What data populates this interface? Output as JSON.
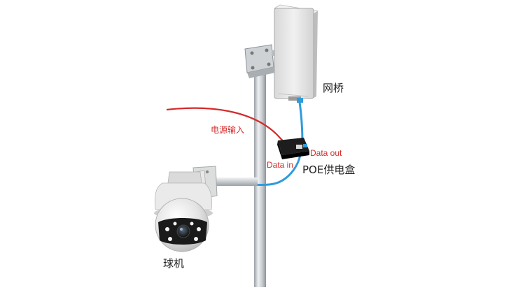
{
  "labels": {
    "bridge": "网桥",
    "power_input": "电源输入",
    "data_out": "Data out",
    "data_in": "Data in",
    "poe_box": "POE供电盒",
    "dome_camera": "球机"
  },
  "colors": {
    "power_cable": "#d42a2a",
    "data_cable": "#2f9bdc",
    "label_dark": "#222222",
    "label_red": "#d42a2a",
    "pole": "#c9cdd1",
    "device_body": "#e6e6e6",
    "poe_box": "#1d1d1d"
  },
  "icons": {
    "bridge": "wireless-bridge-panel",
    "poe": "poe-injector-box",
    "camera": "ptz-dome-camera"
  }
}
